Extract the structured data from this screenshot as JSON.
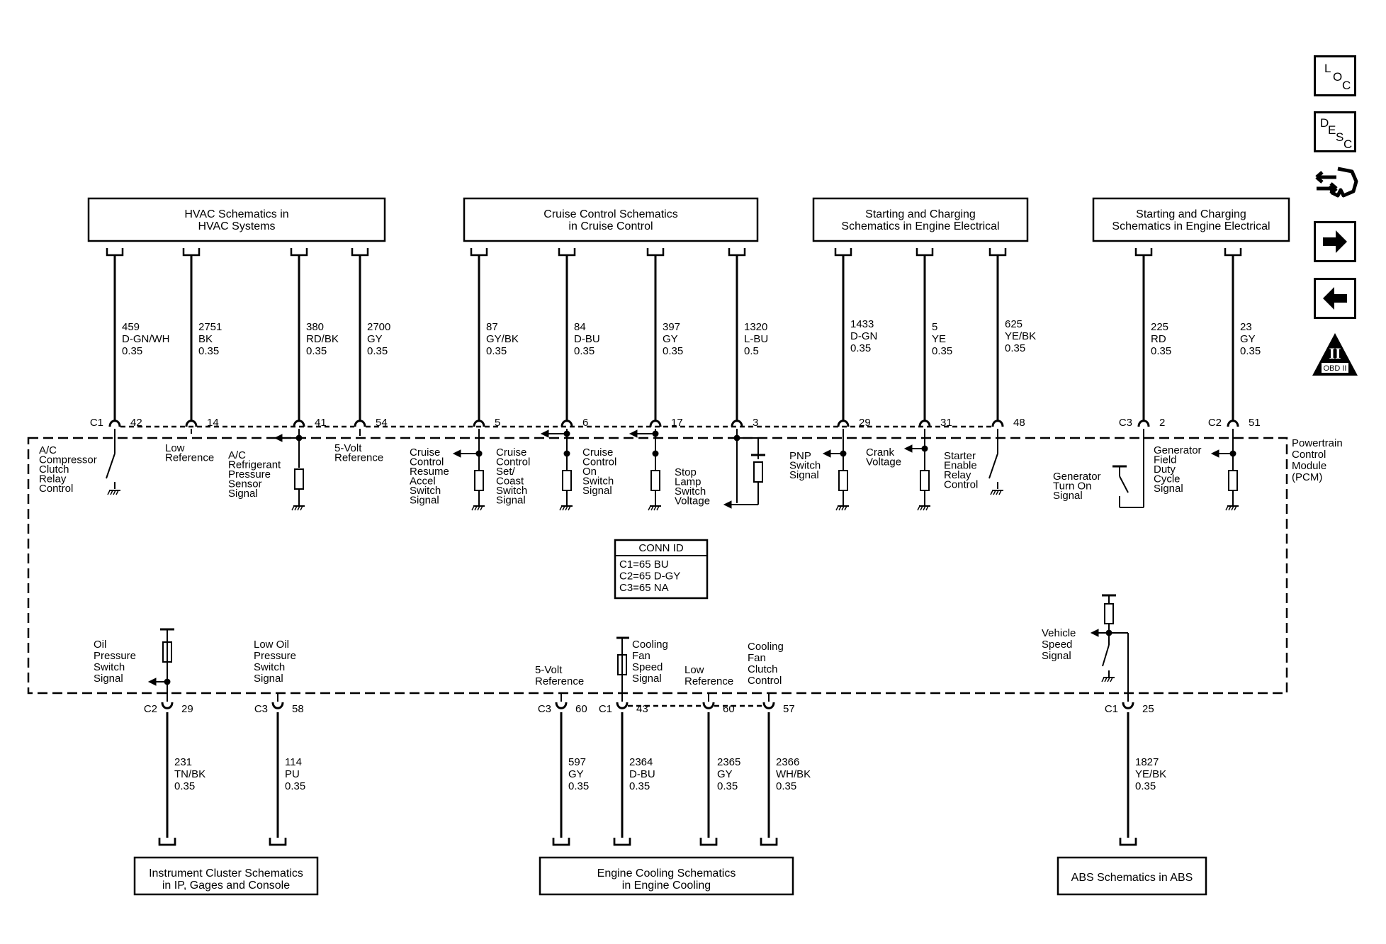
{
  "connectors": {
    "hvac": {
      "title_l1": "HVAC Schematics in",
      "title_l2": "HVAC Systems"
    },
    "cruise": {
      "title_l1": "Cruise Control Schematics",
      "title_l2": "in Cruise Control"
    },
    "starting1": {
      "title_l1": "Starting and Charging",
      "title_l2": "Schematics in Engine Electrical"
    },
    "starting2": {
      "title_l1": "Starting and Charging",
      "title_l2": "Schematics in Engine Electrical"
    },
    "ip": {
      "title_l1": "Instrument Cluster Schematics",
      "title_l2": "in IP, Gages and Console"
    },
    "cooling": {
      "title_l1": "Engine Cooling Schematics",
      "title_l2": "in Engine Cooling"
    },
    "abs": {
      "title_l1": "ABS Schematics in ABS"
    }
  },
  "pcm": {
    "label": [
      "Powertrain",
      "Control",
      "Module",
      "(PCM)"
    ]
  },
  "conn_id": {
    "title": "CONN ID",
    "lines": [
      "C1=65 BU",
      "C2=65 D-GY",
      "C3=65 NA"
    ]
  },
  "wires_top": [
    {
      "circuit": "459",
      "color": "D-GN/WH",
      "gauge": "0.35",
      "conn": "C1",
      "pin": "42"
    },
    {
      "circuit": "2751",
      "color": "BK",
      "gauge": "0.35",
      "pin": "14"
    },
    {
      "circuit": "380",
      "color": "RD/BK",
      "gauge": "0.35",
      "pin": "41"
    },
    {
      "circuit": "2700",
      "color": "GY",
      "gauge": "0.35",
      "pin": "54"
    },
    {
      "circuit": "87",
      "color": "GY/BK",
      "gauge": "0.35",
      "pin": "5"
    },
    {
      "circuit": "84",
      "color": "D-BU",
      "gauge": "0.35",
      "pin": "6"
    },
    {
      "circuit": "397",
      "color": "GY",
      "gauge": "0.35",
      "pin": "17"
    },
    {
      "circuit": "1320",
      "color": "L-BU",
      "gauge": "0.5",
      "pin": "3"
    },
    {
      "circuit": "1433",
      "color": "D-GN",
      "gauge": "0.35",
      "pin": "29"
    },
    {
      "circuit": "5",
      "color": "YE",
      "gauge": "0.35",
      "pin": "31"
    },
    {
      "circuit": "625",
      "color": "YE/BK",
      "gauge": "0.35",
      "pin": "48"
    },
    {
      "circuit": "225",
      "color": "RD",
      "gauge": "0.35",
      "conn": "C3",
      "pin": "2"
    },
    {
      "circuit": "23",
      "color": "GY",
      "gauge": "0.35",
      "conn": "C2",
      "pin": "51"
    }
  ],
  "wires_bottom": [
    {
      "circuit": "231",
      "color": "TN/BK",
      "gauge": "0.35",
      "conn": "C2",
      "pin": "29"
    },
    {
      "circuit": "114",
      "color": "PU",
      "gauge": "0.35",
      "conn": "C3",
      "pin": "58"
    },
    {
      "circuit": "597",
      "color": "GY",
      "gauge": "0.35",
      "conn": "C3",
      "pin": "60"
    },
    {
      "circuit": "2364",
      "color": "D-BU",
      "gauge": "0.35",
      "conn": "C1",
      "pin": "43"
    },
    {
      "circuit": "2365",
      "color": "GY",
      "gauge": "0.35",
      "pin": "60"
    },
    {
      "circuit": "2366",
      "color": "WH/BK",
      "gauge": "0.35",
      "pin": "57"
    },
    {
      "circuit": "1827",
      "color": "YE/BK",
      "gauge": "0.35",
      "conn": "C1",
      "pin": "25"
    }
  ],
  "signals_top": [
    [
      "A/C",
      "Compressor",
      "Clutch",
      "Relay",
      "Control"
    ],
    [
      "Low",
      "Reference"
    ],
    [
      "A/C",
      "Refrigerant",
      "Pressure",
      "Sensor",
      "Signal"
    ],
    [
      "5-Volt",
      "Reference"
    ],
    [
      "Cruise",
      "Control",
      "Resume",
      "Accel",
      "Switch",
      "Signal"
    ],
    [
      "Cruise",
      "Control",
      "Set/",
      "Coast",
      "Switch",
      "Signal"
    ],
    [
      "Cruise",
      "Control",
      "On",
      "Switch",
      "Signal"
    ],
    [
      "Stop",
      "Lamp",
      "Switch",
      "Voltage"
    ],
    [
      "PNP",
      "Switch",
      "Signal"
    ],
    [
      "Crank",
      "Voltage"
    ],
    [
      "Starter",
      "Enable",
      "Relay",
      "Control"
    ],
    [
      "Generator",
      "Turn On",
      "Signal"
    ],
    [
      "Generator",
      "Field",
      "Duty",
      "Cycle",
      "Signal"
    ]
  ],
  "signals_bottom": [
    [
      "Oil",
      "Pressure",
      "Switch",
      "Signal"
    ],
    [
      "Low Oil",
      "Pressure",
      "Switch",
      "Signal"
    ],
    [
      "5-Volt",
      "Reference"
    ],
    [
      "Cooling",
      "Fan",
      "Speed",
      "Signal"
    ],
    [
      "Low",
      "Reference"
    ],
    [
      "Cooling",
      "Fan",
      "Clutch",
      "Control"
    ],
    [
      "Vehicle",
      "Speed",
      "Signal"
    ]
  ],
  "nav": {
    "loc": {
      "l": "L",
      "o": "O",
      "c": "C"
    },
    "desc": {
      "d": "D",
      "e": "E",
      "s": "S",
      "c": "C"
    },
    "obd": {
      "numeral": "II",
      "label": "OBD II"
    },
    "icons": [
      "loc-icon",
      "desc-icon",
      "connector-view-icon",
      "forward-arrow-icon",
      "back-arrow-icon",
      "obd-icon"
    ]
  }
}
